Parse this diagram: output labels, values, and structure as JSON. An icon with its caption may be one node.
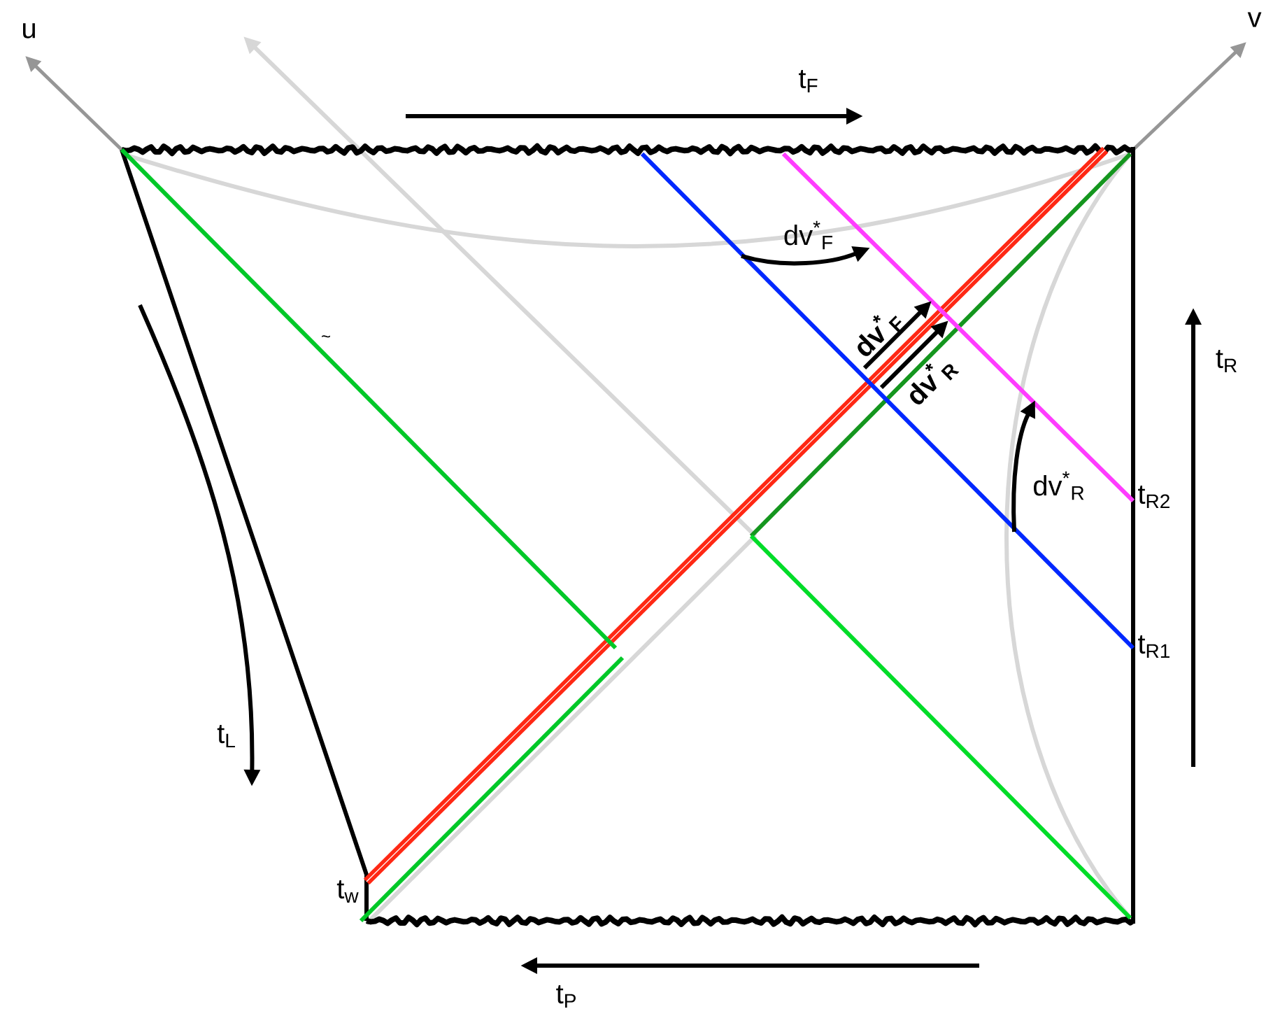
{
  "diagram": {
    "labels": [
      "u",
      "v",
      "t$_{F}$",
      "dv$^{*}$$_{F}$",
      "~",
      "dv$^{*}$$_{F}$",
      "t$_{R}$",
      "dv$^{*}$$_{R}$",
      "dv$^{*}$$_{R}$",
      "t$_{R2}$",
      "t$_{R1}$",
      "t$_{L}$",
      "t$_{w}$",
      "t$_{P}$"
    ]
  }
}
